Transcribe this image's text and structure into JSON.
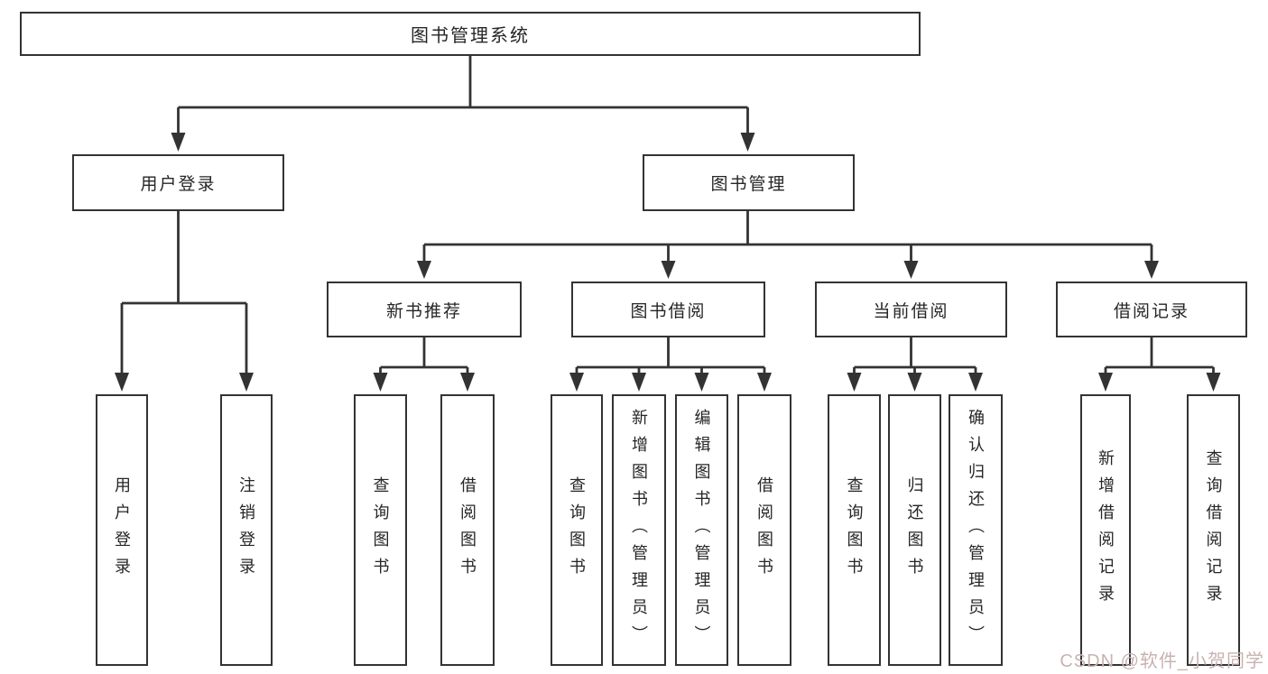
{
  "diagram": {
    "root": {
      "label": "图书管理系统"
    },
    "branches": [
      {
        "label": "用户登录",
        "children": [
          {
            "label": "用户登录"
          },
          {
            "label": "注销登录"
          }
        ]
      },
      {
        "label": "图书管理",
        "children": [
          {
            "label": "新书推荐",
            "children": [
              {
                "label": "查询图书"
              },
              {
                "label": "借阅图书"
              }
            ]
          },
          {
            "label": "图书借阅",
            "children": [
              {
                "label": "查询图书"
              },
              {
                "label": "新增图书（管理员）"
              },
              {
                "label": "编辑图书（管理员）"
              },
              {
                "label": "借阅图书"
              }
            ]
          },
          {
            "label": "当前借阅",
            "children": [
              {
                "label": "查询图书"
              },
              {
                "label": "归还图书"
              },
              {
                "label": "确认归还（管理员）"
              }
            ]
          },
          {
            "label": "借阅记录",
            "children": [
              {
                "label": "新增借阅记录"
              },
              {
                "label": "查询借阅记录"
              }
            ]
          }
        ]
      }
    ]
  },
  "watermark": {
    "text": "CSDN @软件_小贺同学"
  },
  "colors": {
    "line": "#333333",
    "border": "#333333",
    "text": "#262626",
    "watermark": "#c9b2b0",
    "background": "#ffffff"
  }
}
